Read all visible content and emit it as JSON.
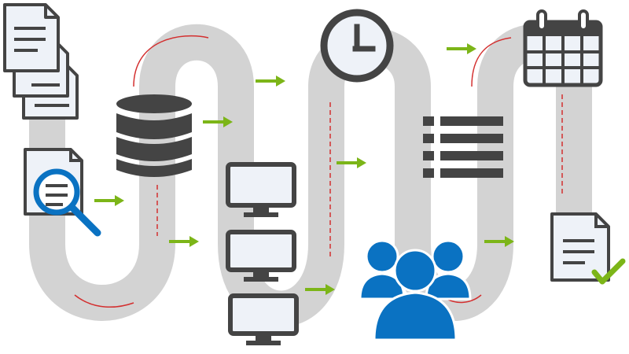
{
  "colors": {
    "road": "#d3d3d3",
    "road_edge": "#d32f2f",
    "arrow": "#7cb518",
    "icon_dark": "#444444",
    "icon_light": "#eef2f8",
    "accent_blue": "#0a72c2",
    "check": "#7cb518",
    "background": "#ffffff"
  },
  "stages": [
    {
      "name": "documents",
      "icon": "document-stack-icon"
    },
    {
      "name": "document-search",
      "icon": "document-search-icon"
    },
    {
      "name": "database",
      "icon": "database-icon"
    },
    {
      "name": "monitors",
      "icon": "monitor-stack-icon"
    },
    {
      "name": "clock",
      "icon": "clock-icon"
    },
    {
      "name": "list",
      "icon": "list-icon"
    },
    {
      "name": "team",
      "icon": "users-icon"
    },
    {
      "name": "calendar",
      "icon": "calendar-icon"
    },
    {
      "name": "approved-document",
      "icon": "document-check-icon"
    }
  ],
  "arrows": [
    {
      "icon": "arrow-right-icon"
    },
    {
      "icon": "arrow-right-icon"
    },
    {
      "icon": "arrow-right-icon"
    },
    {
      "icon": "arrow-right-icon"
    },
    {
      "icon": "arrow-right-icon"
    },
    {
      "icon": "arrow-right-icon"
    },
    {
      "icon": "arrow-right-icon"
    },
    {
      "icon": "arrow-right-icon"
    }
  ]
}
